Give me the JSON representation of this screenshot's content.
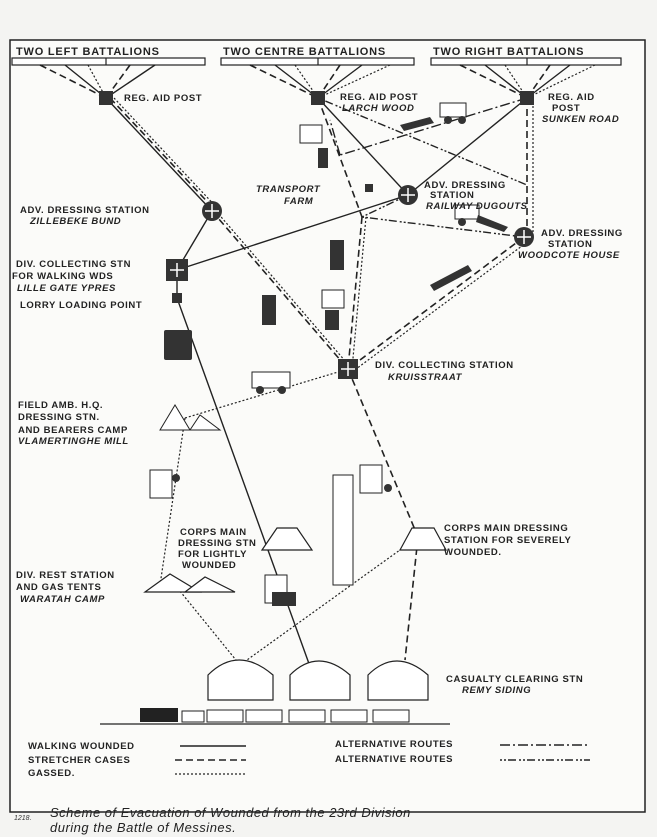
{
  "battalions": [
    "TWO LEFT BATTALIONS",
    "TWO CENTRE BATTALIONS",
    "TWO RIGHT BATTALIONS"
  ],
  "posts": {
    "rap_left": "REG. AID POST",
    "rap_centre": "REG. AID POST",
    "rap_centre_place": "LARCH WOOD",
    "rap_right_1": "REG. AID",
    "rap_right_2": "POST",
    "rap_right_place": "SUNKEN ROAD",
    "transport_1": "TRANSPORT",
    "transport_2": "FARM",
    "ads_railway_1": "ADV. DRESSING",
    "ads_railway_2": "STATION",
    "ads_railway_place": "RAILWAY  DUGOUTS",
    "ads_zill": "ADV. DRESSING  STATION",
    "ads_zill_place": "ZILLEBEKE  BUND",
    "ads_wood_1": "ADV. DRESSING",
    "ads_wood_2": "STATION",
    "ads_wood_place": "WOODCOTE HOUSE",
    "dcs_walk_1": "DIV. COLLECTING STN",
    "dcs_walk_2": "FOR WALKING  WDS",
    "dcs_walk_place": "LILLE  GATE  YPRES",
    "lorry": "LORRY LOADING POINT",
    "dcs_1": "DIV. COLLECTING  STATION",
    "dcs_place": "KRUISSTRAAT",
    "fa_1": "FIELD AMB. H.Q.",
    "fa_2": "DRESSING STN.",
    "fa_3": "AND BEARERS CAMP",
    "fa_place": "VLAMERTINGHE MILL",
    "cmds_light_1": "CORPS MAIN",
    "cmds_light_2": "DRESSING STN",
    "cmds_light_3": "FOR LIGHTLY",
    "cmds_light_4": "WOUNDED",
    "cmds_sev_1": "CORPS MAIN DRESSING",
    "cmds_sev_2": "STATION FOR SEVERELY",
    "cmds_sev_3": "WOUNDED.",
    "rest_1": "DIV. REST STATION",
    "rest_2": "AND GAS TENTS",
    "rest_place": "WARATAH CAMP",
    "ccs_1": "CASUALTY CLEARING STN",
    "ccs_place": "REMY SIDING"
  },
  "legend": {
    "walking": "WALKING  WOUNDED",
    "stretcher": "STRETCHER CASES",
    "gassed": "GASSED.",
    "alt1": "ALTERNATIVE  ROUTES",
    "alt2": "ALTERNATIVE  ROUTES"
  },
  "plate_number": "1218.",
  "caption": {
    "line1": "Scheme of Evacuation of Wounded from the 23rd Division",
    "line2": "during the Battle of Messines."
  }
}
